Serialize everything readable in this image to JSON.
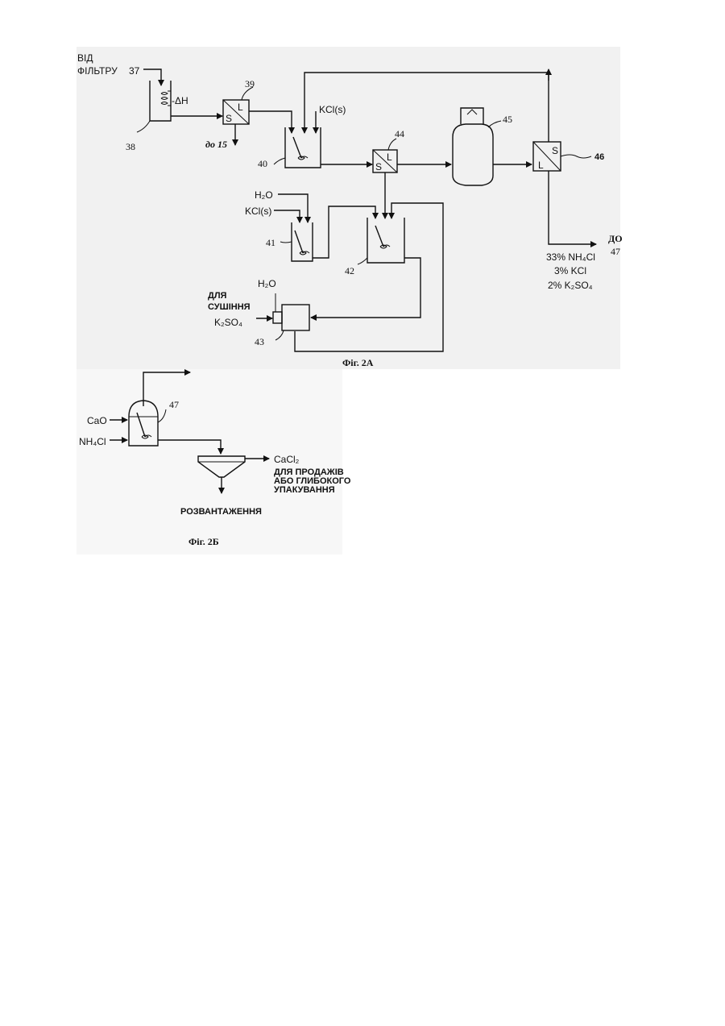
{
  "figure_a": {
    "caption": "Фіг. 2А",
    "labels": {
      "from_filter_1": "ВІД",
      "from_filter_2": "ФІЛЬТРУ",
      "from_filter_num": "37",
      "heat": "-ΔH",
      "n38": "38",
      "n39": "39",
      "to15": "до 15",
      "kcl_top": "KCl(s)",
      "n40": "40",
      "n44": "44",
      "n45": "45",
      "n46": "46",
      "h2o_left": "H₂O",
      "kcl_left": "KCl(s)",
      "n41": "41",
      "n42": "42",
      "n43": "43",
      "h2o_dry": "H₂O",
      "dry_1": "ДЛЯ",
      "dry_2": "СУШІННЯ",
      "k2so4": "K₂SO₄",
      "to47_1": "ДО",
      "to47_2": "47",
      "comp_1": "33% NH₄Cl",
      "comp_2": "3% KCl",
      "comp_3": "2% K₂SO₄",
      "sep_s": "S",
      "sep_l": "L"
    }
  },
  "figure_b": {
    "caption": "Фіг. 2Б",
    "labels": {
      "cao": "CaO",
      "nh4cl": "NH₄Cl",
      "n47": "47",
      "cacl2": "CaCl₂",
      "sale_1": "ДЛЯ ПРОДАЖІВ",
      "sale_2": "АБО ГЛИБОКОГО",
      "sale_3": "УПАКУВАННЯ",
      "unload": "РОЗВАНТАЖЕННЯ"
    }
  }
}
